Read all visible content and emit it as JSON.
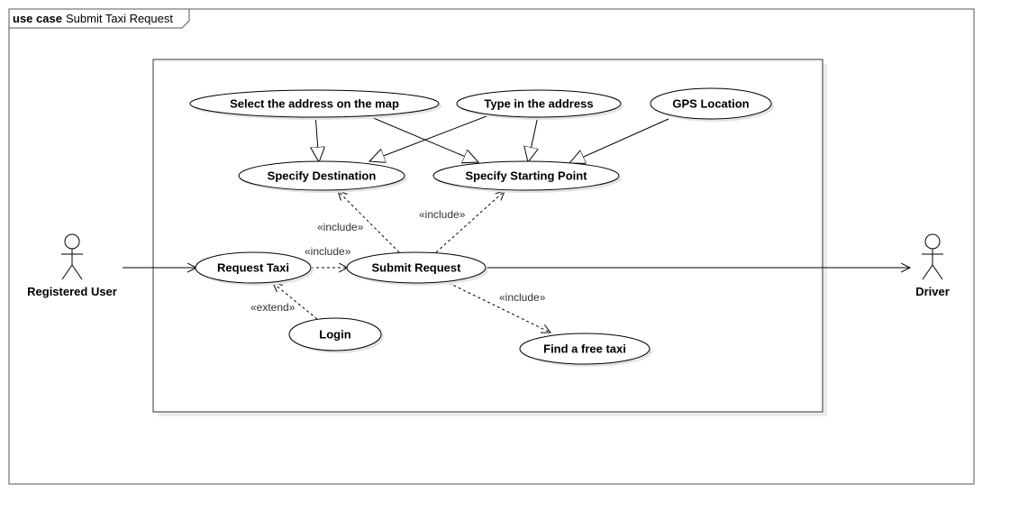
{
  "frame": {
    "keyword": "use case",
    "name": "Submit Taxi Request"
  },
  "actors": {
    "registered_user": "Registered User",
    "driver": "Driver"
  },
  "use_cases": {
    "select_address_map": "Select the address on the map",
    "type_address": "Type in the address",
    "gps_location": "GPS Location",
    "specify_destination": "Specify Destination",
    "specify_starting_point": "Specify Starting Point",
    "request_taxi": "Request Taxi",
    "submit_request": "Submit Request",
    "login": "Login",
    "find_free_taxi": "Find a free taxi"
  },
  "stereotypes": {
    "include": "«include»",
    "extend": "«extend»"
  },
  "colors": {
    "line": "#000000",
    "border": "#333333",
    "shadow": "#e6e6e6"
  }
}
